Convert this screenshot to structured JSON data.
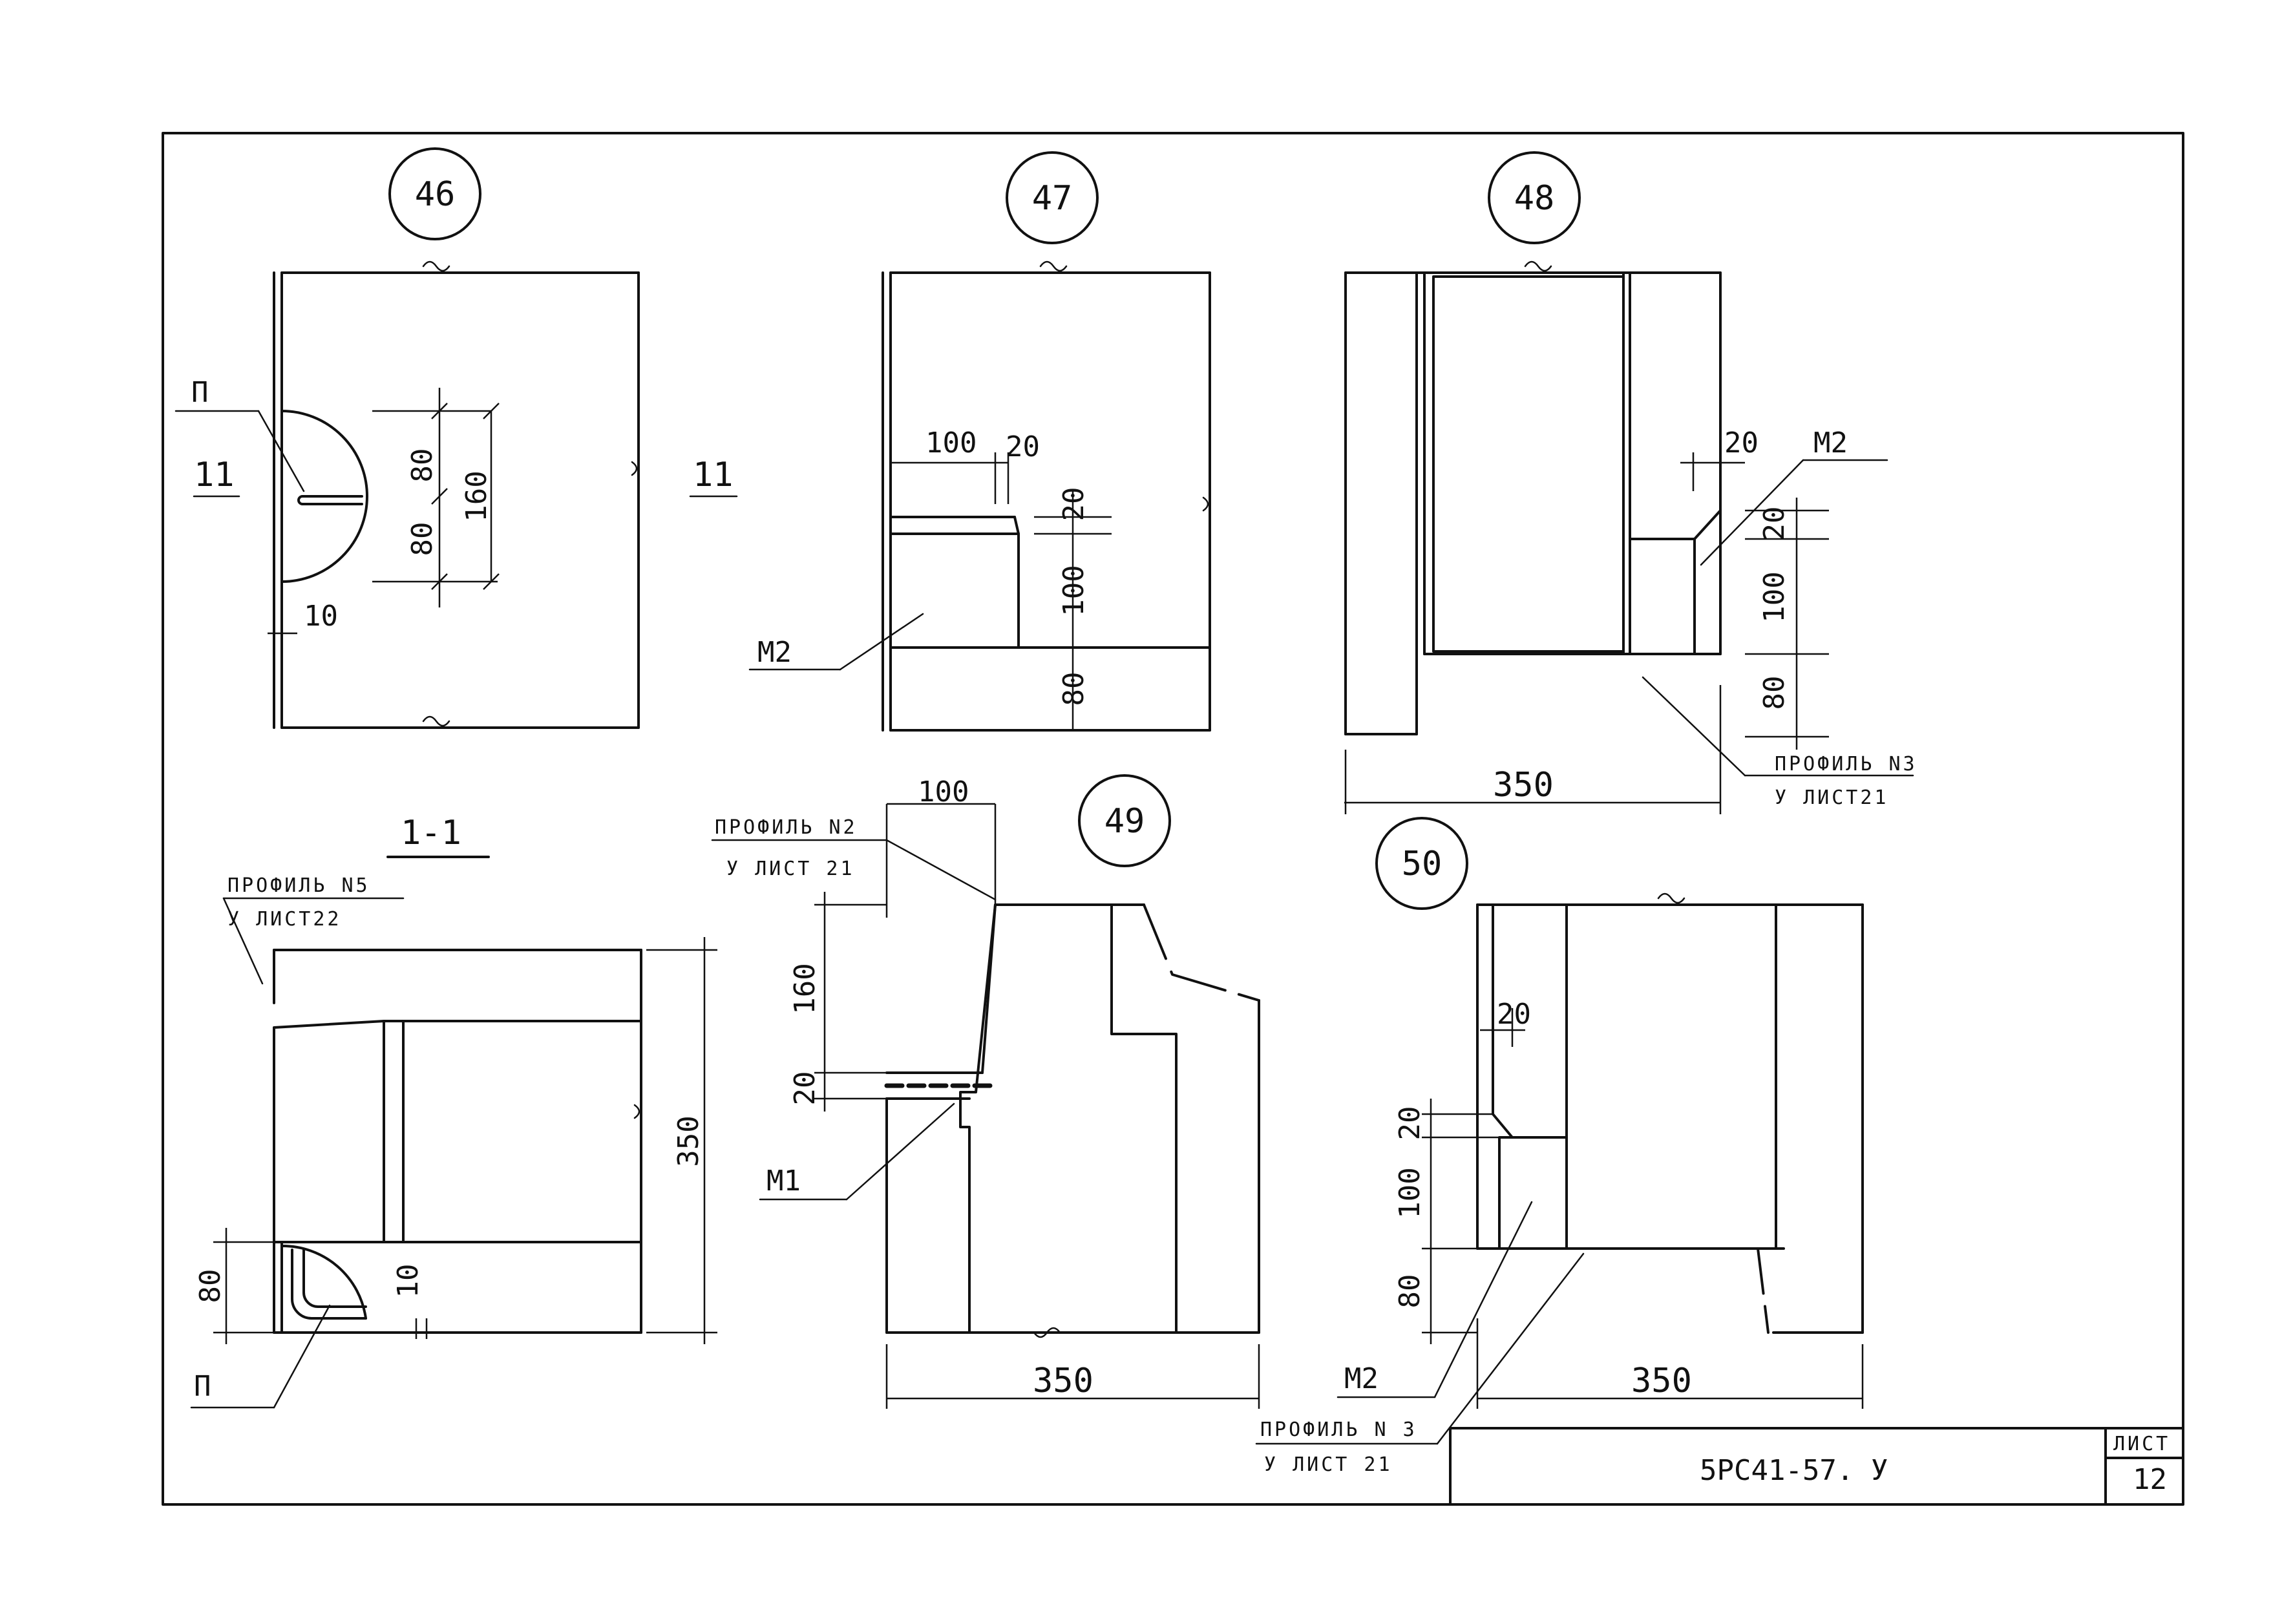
{
  "details": [
    {
      "id": "46"
    },
    {
      "id": "47"
    },
    {
      "id": "48"
    },
    {
      "id": "49"
    },
    {
      "id": "50"
    }
  ],
  "section": {
    "title": "1-1",
    "cut_mark": "11"
  },
  "labels": {
    "p_anchor": "П",
    "m1": "М1",
    "m2": "М2",
    "profile_2_top": "ПРОФИЛЬ N2",
    "profile_2_bottom": "У ЛИСТ 21",
    "profile_3_top": "ПРОФИЛЬ N3",
    "profile_3_bottom": "У ЛИСТ21",
    "profile_3b_top": "ПРОФИЛЬ N 3",
    "profile_3b_bottom": "У ЛИСТ 21",
    "profile_5_top": "ПРОФИЛЬ N5",
    "profile_5_bottom": "У ЛИСТ22"
  },
  "dimensions": {
    "d46_a": "80",
    "d46_b": "80",
    "d46_total": "160",
    "d46_gap": "10",
    "d47_w": "100",
    "d47_gap": "20",
    "d47_top": "20",
    "d47_h": "100",
    "d47_base": "80",
    "d48_gap": "20",
    "d48_top": "20",
    "d48_h": "100",
    "d48_base": "80",
    "d48_width": "350",
    "d11_height": "350",
    "d11_base": "80",
    "d11_gap": "10",
    "d49_w": "100",
    "d49_h": "160",
    "d49_gap": "20",
    "d49_width": "350",
    "d50_gap": "20",
    "d50_top": "20",
    "d50_h": "100",
    "d50_base": "80",
    "d50_width": "350"
  },
  "title_block": {
    "code": "5РС41-57. У",
    "sheet_label": "ЛИСТ",
    "sheet_number": "12"
  }
}
